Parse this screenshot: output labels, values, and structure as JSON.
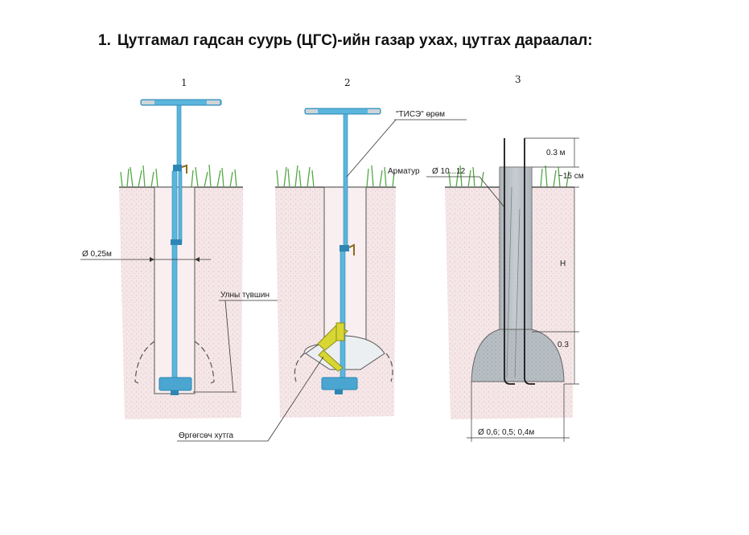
{
  "title": {
    "number": "1.",
    "text": "Цутгамал гадсан суурь (ЦГС)-ийн газар ухах, цутгах дараалал:"
  },
  "stages": [
    {
      "number": "1"
    },
    {
      "number": "2"
    },
    {
      "number": "3"
    }
  ],
  "labels": {
    "diameter_025": "Ø 0,25м",
    "ulny_tuvshin": "Улны түвшин",
    "tise_erem": "\"ТИСЭ\" өрөм",
    "armatur": "Арматур",
    "diameter_10_12": "Ø 10...12",
    "rotating_knife": "Өргөгсөч хутга",
    "top_03": "0.3 м",
    "depth_15": "~15 см",
    "height_h": "Н",
    "bottom_03": "0.3",
    "base_diameters": "Ø 0,6;  0,5;  0,4м"
  },
  "colors": {
    "soil": "#f1dde0",
    "grass": "#52a843",
    "drill": "#5ab6dc",
    "drill_dark": "#2d86b5",
    "knife": "#d7d633",
    "concrete": "#b9bfc4",
    "concrete_dark": "#8d959b"
  }
}
